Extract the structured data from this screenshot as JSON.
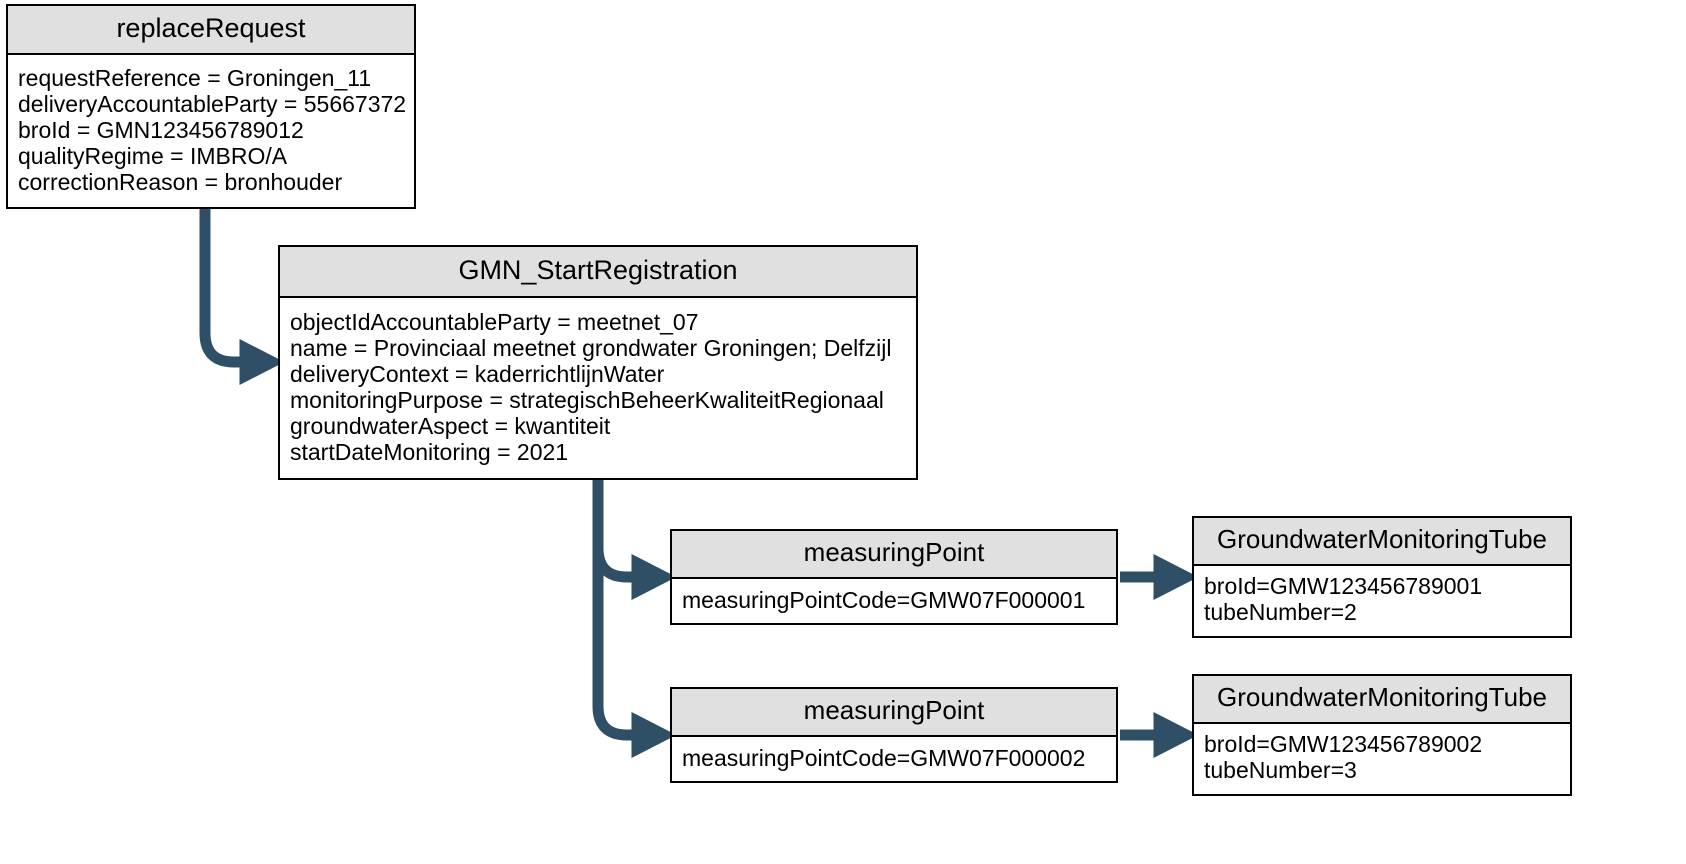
{
  "diagram": {
    "title": "replaceRequest GMN object diagram",
    "colors": {
      "node_header_fill": "#e0e0e0",
      "node_body_fill": "#ffffff",
      "node_border": "#000000",
      "arrow": "#2e4f66",
      "background": "#ffffff"
    }
  },
  "nodes": {
    "replace_request": {
      "title": "replaceRequest",
      "attributes": [
        "requestReference = Groningen_11",
        "deliveryAccountableParty = 55667372",
        "broId = GMN123456789012",
        "qualityRegime = IMBRO/A",
        "correctionReason = bronhouder"
      ]
    },
    "gmn_start_registration": {
      "title": "GMN_StartRegistration",
      "attributes": [
        "objectIdAccountableParty = meetnet_07",
        "name = Provinciaal meetnet grondwater Groningen; Delfzijl",
        "deliveryContext = kaderrichtlijnWater",
        "monitoringPurpose = strategischBeheerKwaliteitRegionaal",
        "groundwaterAspect = kwantiteit",
        "startDateMonitoring = 2021"
      ]
    },
    "measuring_point_1": {
      "title": "measuringPoint",
      "attributes": [
        "measuringPointCode=GMW07F000001"
      ]
    },
    "measuring_point_2": {
      "title": "measuringPoint",
      "attributes": [
        "measuringPointCode=GMW07F000002"
      ]
    },
    "tube_1": {
      "title": "GroundwaterMonitoringTube",
      "attributes": [
        "broId=GMW123456789001",
        "tubeNumber=2"
      ]
    },
    "tube_2": {
      "title": "GroundwaterMonitoringTube",
      "attributes": [
        "broId=GMW123456789002",
        "tubeNumber=3"
      ]
    }
  },
  "connectors": [
    {
      "name": "replace-request-to-start-registration",
      "from": "replace_request",
      "to": "gmn_start_registration",
      "style": "orthogonal-arrow"
    },
    {
      "name": "start-registration-to-measuring-point-1",
      "from": "gmn_start_registration",
      "to": "measuring_point_1",
      "style": "orthogonal-arrow"
    },
    {
      "name": "start-registration-to-measuring-point-2",
      "from": "gmn_start_registration",
      "to": "measuring_point_2",
      "style": "orthogonal-arrow"
    },
    {
      "name": "measuring-point-1-to-tube-1",
      "from": "measuring_point_1",
      "to": "tube_1",
      "style": "straight-arrow"
    },
    {
      "name": "measuring-point-2-to-tube-2",
      "from": "measuring_point_2",
      "to": "tube_2",
      "style": "straight-arrow"
    }
  ]
}
